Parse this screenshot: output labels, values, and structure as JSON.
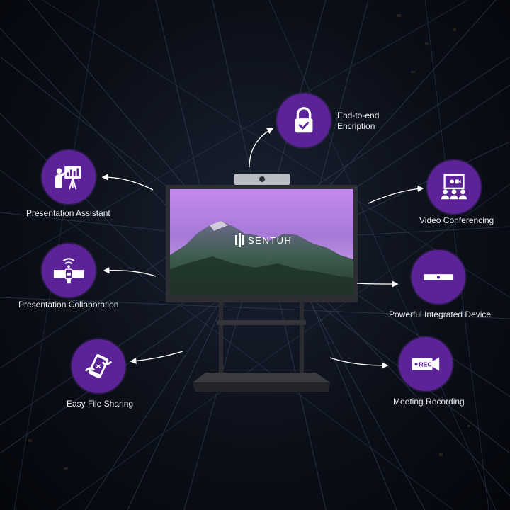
{
  "brand": {
    "logo_text": "SENTUH"
  },
  "features": [
    {
      "id": "encryption",
      "lines": [
        "End-to-end",
        "Encription"
      ],
      "icon": "lock-check-icon"
    },
    {
      "id": "presentation-assistant",
      "lines": [
        "Presentation Assistant"
      ],
      "icon": "presenter-board-icon"
    },
    {
      "id": "video-conferencing",
      "lines": [
        "Video Conferencing"
      ],
      "icon": "video-conference-icon"
    },
    {
      "id": "presentation-collaboration",
      "lines": [
        "Presentation Collaboration"
      ],
      "icon": "wireless-dongle-icon"
    },
    {
      "id": "integrated-device",
      "lines": [
        "Powerful Integrated Device"
      ],
      "icon": "soundbar-icon"
    },
    {
      "id": "file-sharing",
      "lines": [
        "Easy File Sharing"
      ],
      "icon": "phone-share-icon"
    },
    {
      "id": "meeting-recording",
      "lines": [
        "Meeting Recording"
      ],
      "icon": "rec-camera-icon"
    }
  ],
  "colors": {
    "accent": "#5c2398",
    "background": "#05070d",
    "text": "#e9edf2"
  }
}
